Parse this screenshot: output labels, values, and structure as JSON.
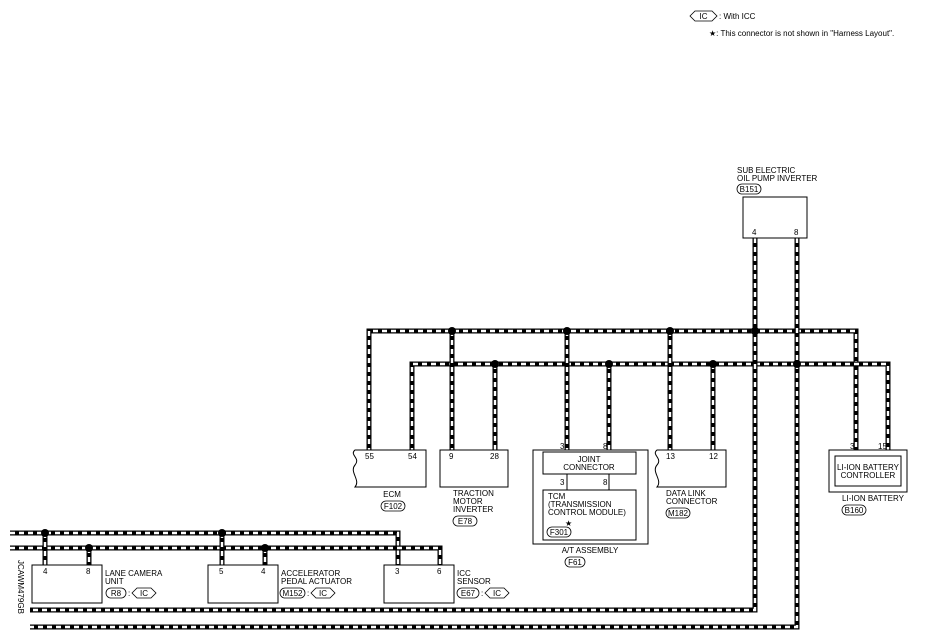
{
  "legend": {
    "ic_tag": "IC",
    "ic_text": ": With ICC",
    "star_text": "★: This connector is not shown in \"Harness Layout\"."
  },
  "side_code": "JCAWM479GB",
  "components": {
    "sub_inverter": {
      "label1": "SUB ELECTRIC",
      "label2": "OIL PUMP INVERTER",
      "code": "B151",
      "pin_a": "4",
      "pin_b": "8"
    },
    "ecm": {
      "label1": "ECM",
      "code": "F102",
      "pin_a": "55",
      "pin_b": "54"
    },
    "traction": {
      "label1": "TRACTION",
      "label2": "MOTOR",
      "label3": "INVERTER",
      "code": "E78",
      "pin_a": "9",
      "pin_b": "28"
    },
    "joint": {
      "label1": "JOINT",
      "label2": "CONNECTOR",
      "pin_a": "3",
      "pin_b": "8",
      "pin_c": "3",
      "pin_d": "8"
    },
    "tcm": {
      "label1": "TCM",
      "label2": "(TRANSMISSION",
      "label3": "CONTROL MODULE)",
      "star": "★",
      "code": "F301"
    },
    "at_assembly": {
      "label1": "A/T ASSEMBLY",
      "code": "F61"
    },
    "dlc": {
      "label1": "DATA LINK",
      "label2": "CONNECTOR",
      "code": "M182",
      "pin_a": "13",
      "pin_b": "12"
    },
    "liion": {
      "label1": "LI-ION BATTERY",
      "label2": "CONTROLLER",
      "label3": "LI-ION BATTERY",
      "code": "B160",
      "pin_a": "3",
      "pin_b": "15"
    },
    "lane_camera": {
      "label1": "LANE CAMERA",
      "label2": "UNIT",
      "code": "R8",
      "ic": "IC",
      "pin_a": "4",
      "pin_b": "8"
    },
    "pedal": {
      "label1": "ACCELERATOR",
      "label2": "PEDAL ACTUATOR",
      "code": "M152",
      "ic": "IC",
      "pin_a": "5",
      "pin_b": "4"
    },
    "icc": {
      "label1": "ICC",
      "label2": "SENSOR",
      "code": "E67",
      "ic": "IC",
      "pin_a": "3",
      "pin_b": "6"
    }
  }
}
